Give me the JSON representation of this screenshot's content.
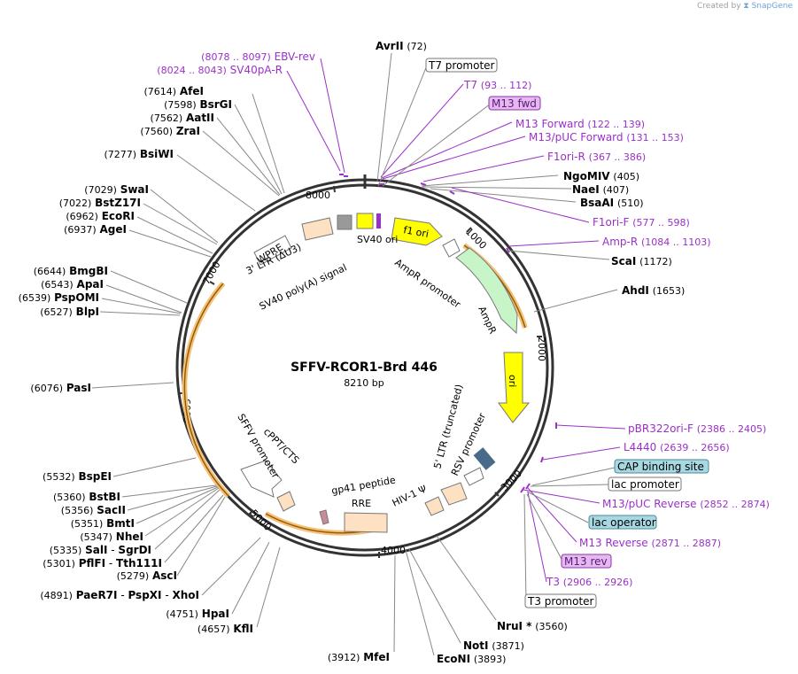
{
  "credit": {
    "prefix": "Created by",
    "brand": "SnapGene"
  },
  "plasmid": {
    "name": "SFFV-RCOR1-Brd 446",
    "length_label": "8210 bp",
    "length": 8210
  },
  "colors": {
    "ring": "#3a3a3a",
    "enzyme": "#000000",
    "primer": "#9b30c9",
    "yellow": "#ffff00",
    "gray_feature": "#999999",
    "peach": "#fde1c2",
    "green": "#c8f5c8",
    "orange_arc": "#e8a33d",
    "lavender": "#e6b8f0",
    "teal": "#a8d8e2",
    "pink": "#f4c2cc"
  },
  "ticks": [
    "1000",
    "2000",
    "3000",
    "4000",
    "5000",
    "6000",
    "7000",
    "8000"
  ],
  "enzymes_left": [
    {
      "pos": "(7614)",
      "name": "AfeI"
    },
    {
      "pos": "(7598)",
      "name": "BsrGI"
    },
    {
      "pos": "(7562)",
      "name": "AatII"
    },
    {
      "pos": "(7560)",
      "name": "ZraI"
    },
    {
      "pos": "(7277)",
      "name": "BsiWI"
    },
    {
      "pos": "(7029)",
      "name": "SwaI"
    },
    {
      "pos": "(7022)",
      "name": "BstZ17I"
    },
    {
      "pos": "(6962)",
      "name": "EcoRI"
    },
    {
      "pos": "(6937)",
      "name": "AgeI"
    },
    {
      "pos": "(6644)",
      "name": "BmgBI"
    },
    {
      "pos": "(6543)",
      "name": "ApaI"
    },
    {
      "pos": "(6539)",
      "name": "PspOMI"
    },
    {
      "pos": "(6527)",
      "name": "BlpI"
    },
    {
      "pos": "(6076)",
      "name": "PasI"
    },
    {
      "pos": "(5532)",
      "name": "BspEI"
    },
    {
      "pos": "(5360)",
      "name": "BstBI"
    },
    {
      "pos": "(5356)",
      "name": "SacII"
    },
    {
      "pos": "(5351)",
      "name": "BmtI"
    },
    {
      "pos": "(5347)",
      "name": "NheI"
    },
    {
      "pos": "(5335)",
      "name": "SalI",
      "extra": "SgrDI"
    },
    {
      "pos": "(5301)",
      "name": "PflFI",
      "extra": "Tth111I"
    },
    {
      "pos": "(5279)",
      "name": "AscI"
    },
    {
      "pos": "(4891)",
      "name": "PaeR7I",
      "extra": "PspXI",
      "extra2": "XhoI"
    },
    {
      "pos": "(4751)",
      "name": "HpaI"
    },
    {
      "pos": "(4657)",
      "name": "KflI"
    },
    {
      "pos": "(3912)",
      "name": "MfeI"
    }
  ],
  "enzymes_right": [
    {
      "name": "AvrII",
      "pos": "(72)"
    },
    {
      "name": "NgoMIV",
      "pos": "(405)"
    },
    {
      "name": "NaeI",
      "pos": "(407)"
    },
    {
      "name": "BsaAI",
      "pos": "(510)"
    },
    {
      "name": "ScaI",
      "pos": "(1172)"
    },
    {
      "name": "AhdI",
      "pos": "(1653)"
    },
    {
      "name": "NruI *",
      "pos": "(3560)"
    },
    {
      "name": "NotI",
      "pos": "(3871)"
    },
    {
      "name": "EcoNI",
      "pos": "(3893)"
    }
  ],
  "primers_left": [
    {
      "pos": "(8078 .. 8097)",
      "name": "EBV-rev"
    },
    {
      "pos": "(8024 .. 8043)",
      "name": "SV40pA-R"
    }
  ],
  "primers_right": [
    {
      "name": "T7",
      "pos": "(93 .. 112)"
    },
    {
      "name": "M13 Forward",
      "pos": "(122 .. 139)"
    },
    {
      "name": "M13/pUC Forward",
      "pos": "(131 .. 153)"
    },
    {
      "name": "F1ori-R",
      "pos": "(367 .. 386)"
    },
    {
      "name": "F1ori-F",
      "pos": "(577 .. 598)"
    },
    {
      "name": "Amp-R",
      "pos": "(1084 .. 1103)"
    },
    {
      "name": "pBR322ori-F",
      "pos": "(2386 .. 2405)"
    },
    {
      "name": "L4440",
      "pos": "(2639 .. 2656)"
    },
    {
      "name": "M13/pUC Reverse",
      "pos": "(2852 .. 2874)"
    },
    {
      "name": "M13 Reverse",
      "pos": "(2871 .. 2887)"
    },
    {
      "name": "T3",
      "pos": "(2906 .. 2926)"
    }
  ],
  "boxed_labels": [
    {
      "text": "T7 promoter",
      "style": "white"
    },
    {
      "text": "M13 fwd",
      "style": "lavender"
    },
    {
      "text": "CAP binding site",
      "style": "teal"
    },
    {
      "text": "lac promoter",
      "style": "white"
    },
    {
      "text": "lac operator",
      "style": "teal"
    },
    {
      "text": "M13 rev",
      "style": "lavender"
    },
    {
      "text": "T3 promoter",
      "style": "white"
    }
  ],
  "features": [
    {
      "label": "f1 ori"
    },
    {
      "label": "AmpR promoter"
    },
    {
      "label": "AmpR"
    },
    {
      "label": "ori"
    },
    {
      "label": "5' LTR (truncated)"
    },
    {
      "label": "RSV promoter"
    },
    {
      "label": "HIV-1 Ψ"
    },
    {
      "label": "RRE"
    },
    {
      "label": "gp41 peptide"
    },
    {
      "label": "cPPT/CTS"
    },
    {
      "label": "SFFV promoter"
    },
    {
      "label": "WPRE"
    },
    {
      "label": "3' LTR (ΔU3)"
    },
    {
      "label": "SV40 poly(A) signal"
    },
    {
      "label": "SV40 ori"
    }
  ]
}
